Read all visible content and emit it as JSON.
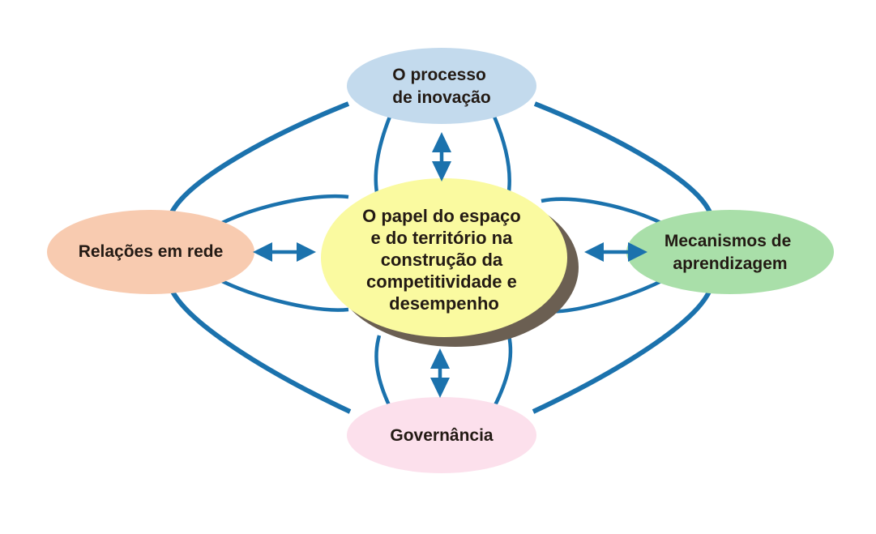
{
  "diagram": {
    "title": "O papel do espaço e do território na construção da competitividade e desempenho",
    "background_color": "#ffffff",
    "connector_color": "#1b72ad",
    "text_color": "#231a14",
    "shadow_color": "#6b5f52",
    "nodes": {
      "center": {
        "id": "center-node",
        "fill": "#fafaa0",
        "lines": [
          "O papel do espaço",
          "e do território na",
          "construção da",
          "competitividade e",
          "desempenho"
        ]
      },
      "top": {
        "id": "top-node",
        "fill": "#c3daed",
        "lines": [
          "O processo",
          "de inovação"
        ]
      },
      "left": {
        "id": "left-node",
        "fill": "#f8cbb0",
        "lines": [
          "Relações em rede"
        ]
      },
      "right": {
        "id": "right-node",
        "fill": "#a9dfa9",
        "lines": [
          "Mecanismos de",
          "aprendizagem"
        ]
      },
      "bottom": {
        "id": "bottom-node",
        "fill": "#fce0ec",
        "lines": [
          "Governância"
        ]
      }
    },
    "connections": [
      {
        "from": "left",
        "to": "center",
        "style": "double-arrow"
      },
      {
        "from": "right",
        "to": "center",
        "style": "double-arrow"
      },
      {
        "from": "top",
        "to": "center",
        "style": "double-arrow"
      },
      {
        "from": "bottom",
        "to": "center",
        "style": "double-arrow"
      },
      {
        "from": "top",
        "to": "center",
        "style": "curve-pair"
      },
      {
        "from": "left",
        "to": "center",
        "style": "curve-pair"
      },
      {
        "from": "right",
        "to": "center",
        "style": "curve-pair"
      },
      {
        "from": "bottom",
        "to": "center",
        "style": "curve-pair"
      },
      {
        "from": "top",
        "to": "left",
        "style": "outer-ring-arc"
      },
      {
        "from": "top",
        "to": "right",
        "style": "outer-ring-arc"
      },
      {
        "from": "left",
        "to": "bottom",
        "style": "outer-ring-arc"
      },
      {
        "from": "right",
        "to": "bottom",
        "style": "outer-ring-arc"
      }
    ]
  }
}
